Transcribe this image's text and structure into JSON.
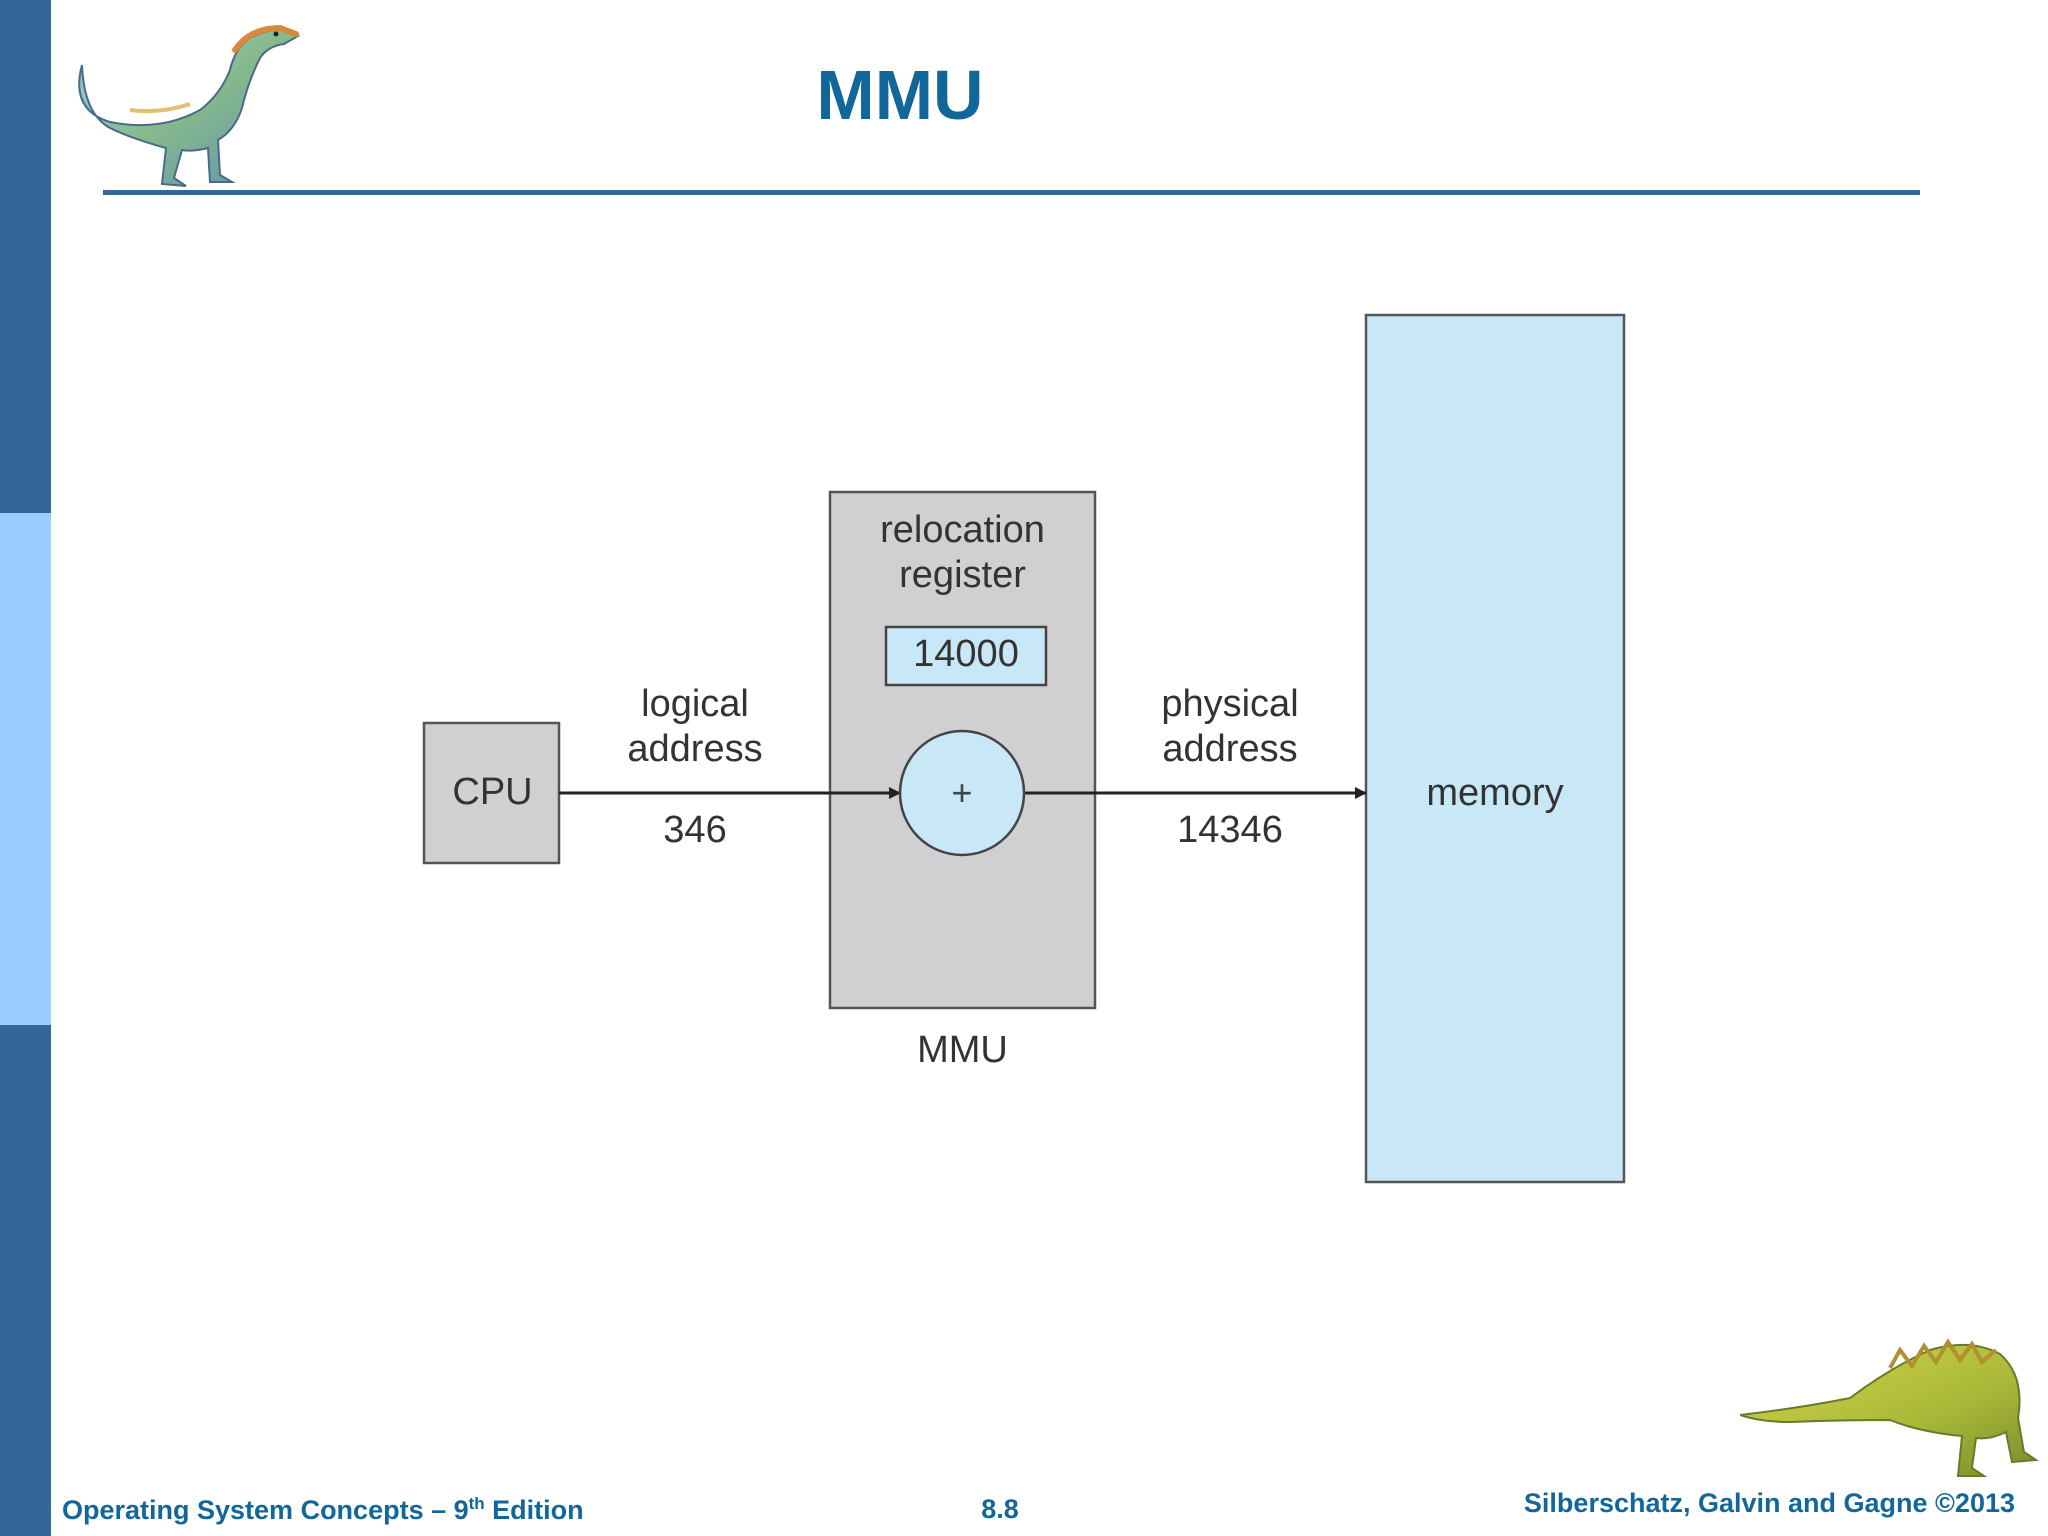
{
  "slide": {
    "title": "MMU"
  },
  "diagram": {
    "cpu_label": "CPU",
    "relocation_register_label": "relocation\nregister",
    "relocation_register_value": "14000",
    "adder_symbol": "+",
    "logical_address_label": "logical\naddress",
    "logical_address_value": "346",
    "physical_address_label": "physical\naddress",
    "physical_address_value": "14346",
    "mmu_label": "MMU",
    "memory_label": "memory"
  },
  "footer": {
    "book_title": "Operating System Concepts – 9",
    "book_edition_suffix": "th",
    "book_edition_word": " Edition",
    "page_number": "8.8",
    "copyright": "Silberschatz, Galvin and Gagne ©2013"
  },
  "colors": {
    "sidebar_dark": "#336699",
    "sidebar_light": "#99ccff",
    "title_blue": "#12679a",
    "box_gray": "#d0d0d2",
    "light_blue": "#c8e8f8",
    "text_gray": "#333333"
  }
}
